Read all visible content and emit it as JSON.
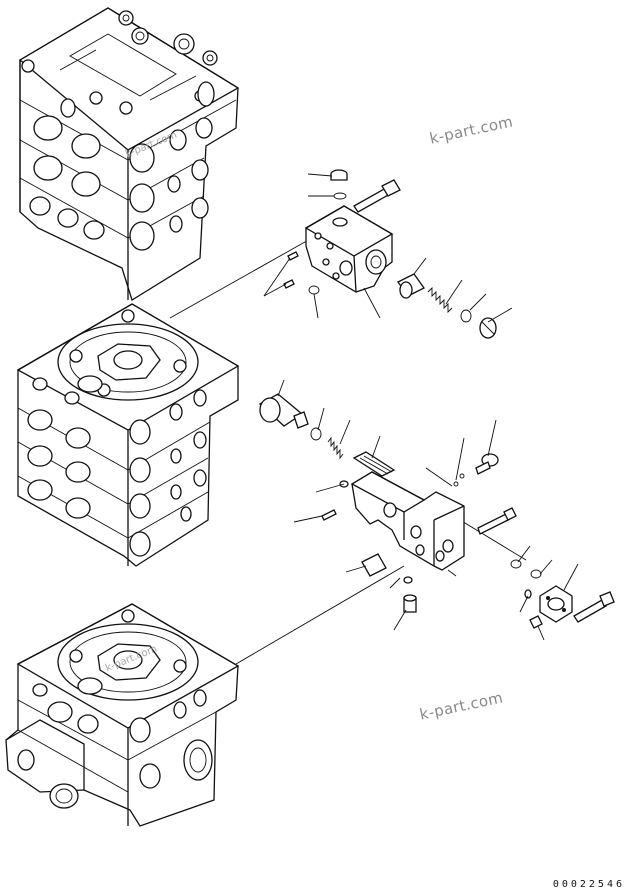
{
  "watermark_primary": "k-part.com",
  "watermark_secondary": "k-part.com",
  "watermark_small_1": "k-part.com",
  "watermark_small_2": "k-part.com",
  "drawing_number": "00022546"
}
